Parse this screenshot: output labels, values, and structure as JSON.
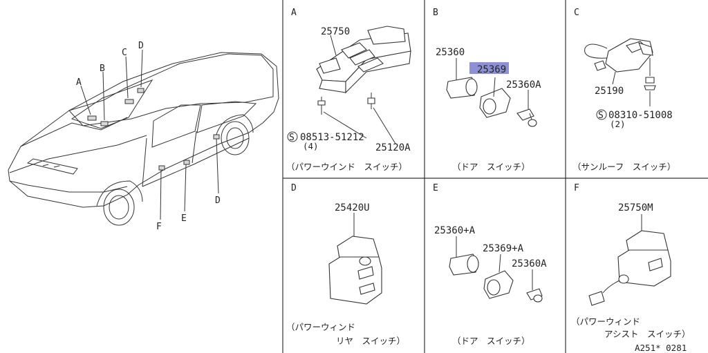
{
  "car": {
    "callouts": [
      "A",
      "B",
      "C",
      "D",
      "F",
      "E",
      "D"
    ]
  },
  "panels": {
    "A": {
      "letter": "A",
      "parts": [
        "25750",
        "08513-51212",
        "(4)",
        "25120A"
      ],
      "screw_symbol": "S",
      "caption": "（パワーウインド　スイッチ）"
    },
    "B": {
      "letter": "B",
      "parts": [
        "25360",
        "25369",
        "25360A"
      ],
      "highlight": "25369",
      "highlight_color": "#8e90d6",
      "caption": "（ドア　スイッチ）"
    },
    "C": {
      "letter": "C",
      "parts": [
        "25190",
        "08310-51008",
        "(2)"
      ],
      "screw_symbol": "S",
      "caption": "（サンルーフ　スイッチ）"
    },
    "D": {
      "letter": "D",
      "parts": [
        "25420U"
      ],
      "caption_line1": "（パワーウィンド",
      "caption_line2": "リヤ　スイッチ）"
    },
    "E": {
      "letter": "E",
      "parts": [
        "25360+A",
        "25369+A",
        "25360A"
      ],
      "caption": "（ドア　スイッチ）"
    },
    "F": {
      "letter": "F",
      "parts": [
        "25750M"
      ],
      "caption_line1": "（パワーウィンド",
      "caption_line2": "アシスト　スイッチ）"
    }
  },
  "footer": {
    "code": "A251* 0281"
  }
}
